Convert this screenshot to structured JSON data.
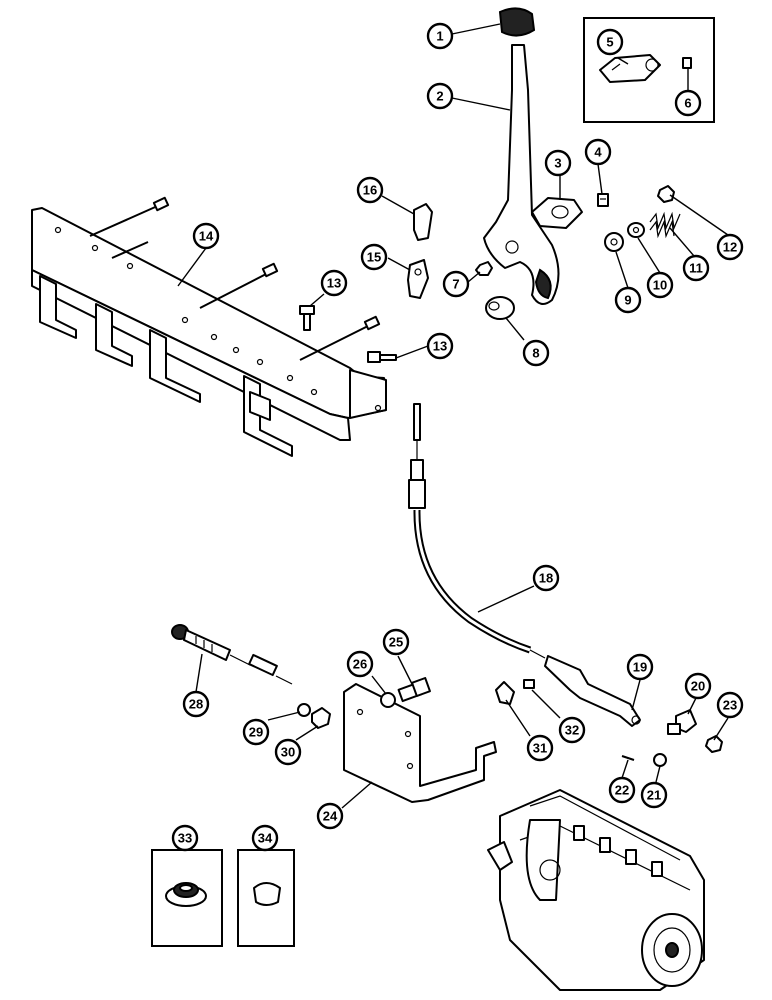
{
  "callouts": [
    {
      "label": "1"
    },
    {
      "label": "2"
    },
    {
      "label": "3"
    },
    {
      "label": "4"
    },
    {
      "label": "5"
    },
    {
      "label": "6"
    },
    {
      "label": "7"
    },
    {
      "label": "8"
    },
    {
      "label": "9"
    },
    {
      "label": "10"
    },
    {
      "label": "11"
    },
    {
      "label": "12"
    },
    {
      "label": "13"
    },
    {
      "label": "13"
    },
    {
      "label": "14"
    },
    {
      "label": "15"
    },
    {
      "label": "16"
    },
    {
      "label": "18"
    },
    {
      "label": "19"
    },
    {
      "label": "20"
    },
    {
      "label": "21"
    },
    {
      "label": "22"
    },
    {
      "label": "23"
    },
    {
      "label": "24"
    },
    {
      "label": "25"
    },
    {
      "label": "26"
    },
    {
      "label": "28"
    },
    {
      "label": "29"
    },
    {
      "label": "30"
    },
    {
      "label": "31"
    },
    {
      "label": "32"
    },
    {
      "label": "33"
    },
    {
      "label": "34"
    }
  ]
}
